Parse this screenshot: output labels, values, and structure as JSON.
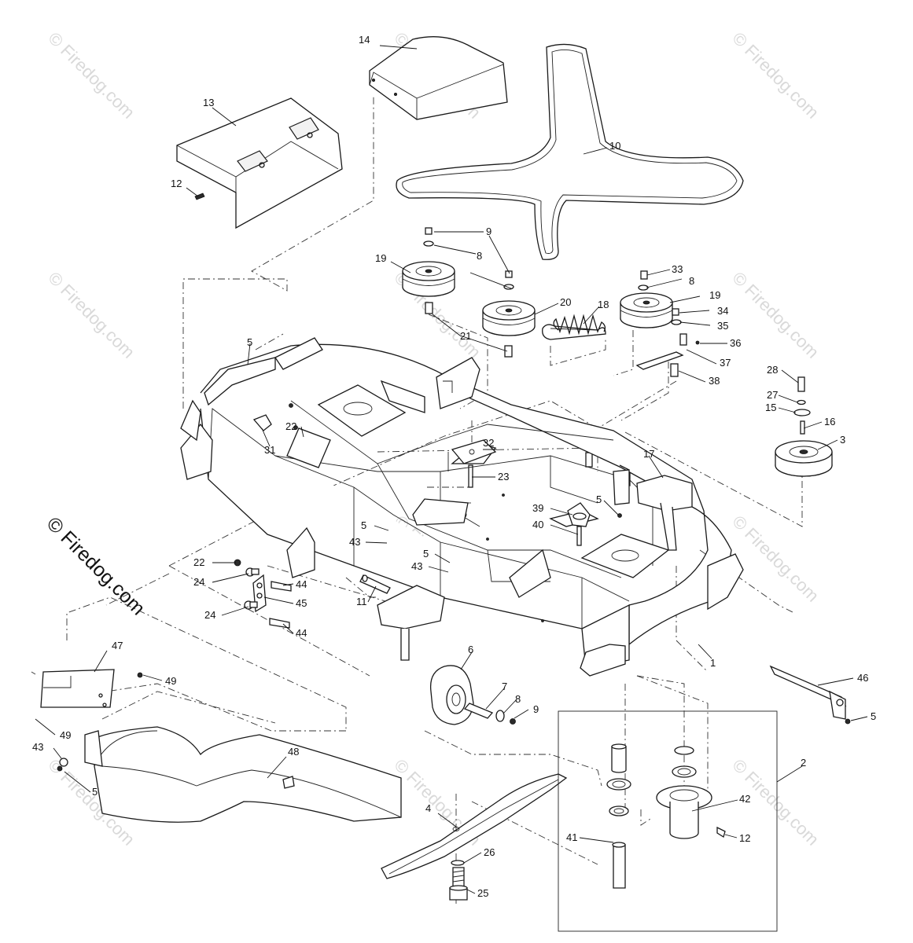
{
  "watermark": {
    "text": "© Firedog.com",
    "main_text": "© Firedog.com"
  },
  "callouts": {
    "c1": "1",
    "c2": "2",
    "c3": "3",
    "c4": "4",
    "c5a": "5",
    "c5b": "5",
    "c5c": "5",
    "c5d": "5",
    "c5e": "5",
    "c5f": "5",
    "c6": "6",
    "c7": "7",
    "c8a": "8",
    "c8b": "8",
    "c8c": "8",
    "c9a": "9",
    "c9b": "9",
    "c10": "10",
    "c11": "11",
    "c12a": "12",
    "c12b": "12",
    "c13": "13",
    "c14": "14",
    "c15": "15",
    "c16": "16",
    "c17": "17",
    "c18": "18",
    "c19a": "19",
    "c19b": "19",
    "c20": "20",
    "c21": "21",
    "c22a": "22",
    "c22b": "22",
    "c23": "23",
    "c24a": "24",
    "c24b": "24",
    "c25": "25",
    "c26": "26",
    "c27": "27",
    "c28": "28",
    "c31": "31",
    "c32": "32",
    "c33": "33",
    "c34": "34",
    "c35": "35",
    "c36": "36",
    "c37": "37",
    "c38": "38",
    "c39": "39",
    "c40": "40",
    "c41": "41",
    "c42": "42",
    "c43a": "43",
    "c43b": "43",
    "c43c": "43",
    "c44a": "44",
    "c44b": "44",
    "c45": "45",
    "c46": "46",
    "c47": "47",
    "c48": "48",
    "c49a": "49",
    "c49b": "49"
  }
}
